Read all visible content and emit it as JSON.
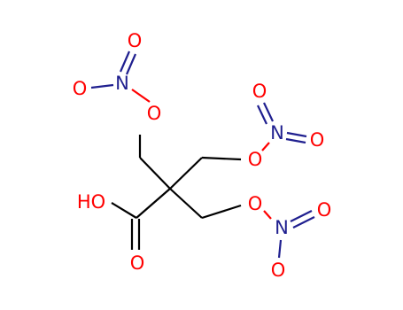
{
  "molecule": {
    "atoms": {
      "hydroxyl": "HO",
      "carbonyl_o": "O",
      "ester_o_1": "O",
      "ester_o_2": "O",
      "ester_o_3": "O",
      "nitro_n_1": "N",
      "nitro_n_2": "N",
      "nitro_n_3": "N",
      "nitro_o_1a": "O",
      "nitro_o_1b": "O",
      "nitro_o_2a": "O",
      "nitro_o_2b": "O",
      "nitro_o_3a": "O",
      "nitro_o_3b": "O"
    },
    "colors": {
      "bond": "#000000",
      "oxygen": "#ff0000",
      "nitrogen": "#1f1f8f",
      "background": "#ffffff"
    }
  }
}
